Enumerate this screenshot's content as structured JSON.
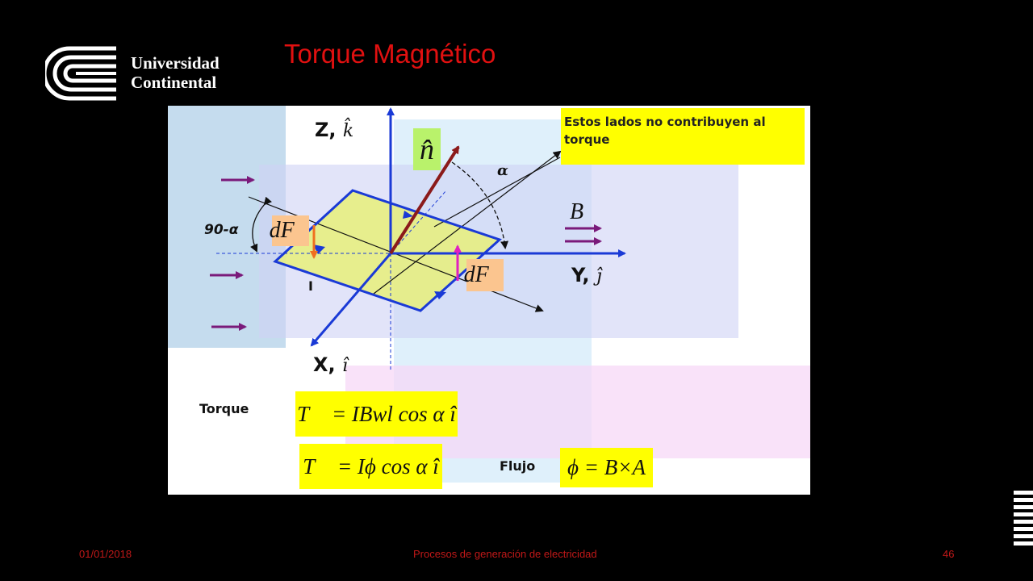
{
  "logo": {
    "line1": "Universidad",
    "line2": "Continental"
  },
  "title": "Torque Magnético",
  "figure": {
    "note": "Estos lados no contribuyen al torque",
    "axis_z": "Z,",
    "axis_z_unit": "k̂",
    "axis_y": "Y,",
    "axis_y_unit": "ĵ",
    "axis_x": "X,",
    "axis_x_unit": "î",
    "normal": "n̂",
    "alpha": "α",
    "angle_90": "90-α",
    "df_left": "dF⃗",
    "df_right": "dF⃗",
    "current": "I",
    "field": "B⃗",
    "torque_label": "Torque",
    "flujo_label": "Flujo",
    "eq1": "T⃗ = IBwl  cos α î",
    "eq2": "T⃗ = Iϕ  cos α î",
    "eq3": "ϕ = B×A"
  },
  "footer": {
    "date": "01/01/2018",
    "course": "Procesos de generación de electricidad",
    "page": "46"
  },
  "colors": {
    "title": "#e01010",
    "footer": "#c01818",
    "axis": "#1a3ad6",
    "normal_vector": "#8b1a1a",
    "highlight": "#ffff00",
    "field_arrow": "#7a1a7a"
  }
}
